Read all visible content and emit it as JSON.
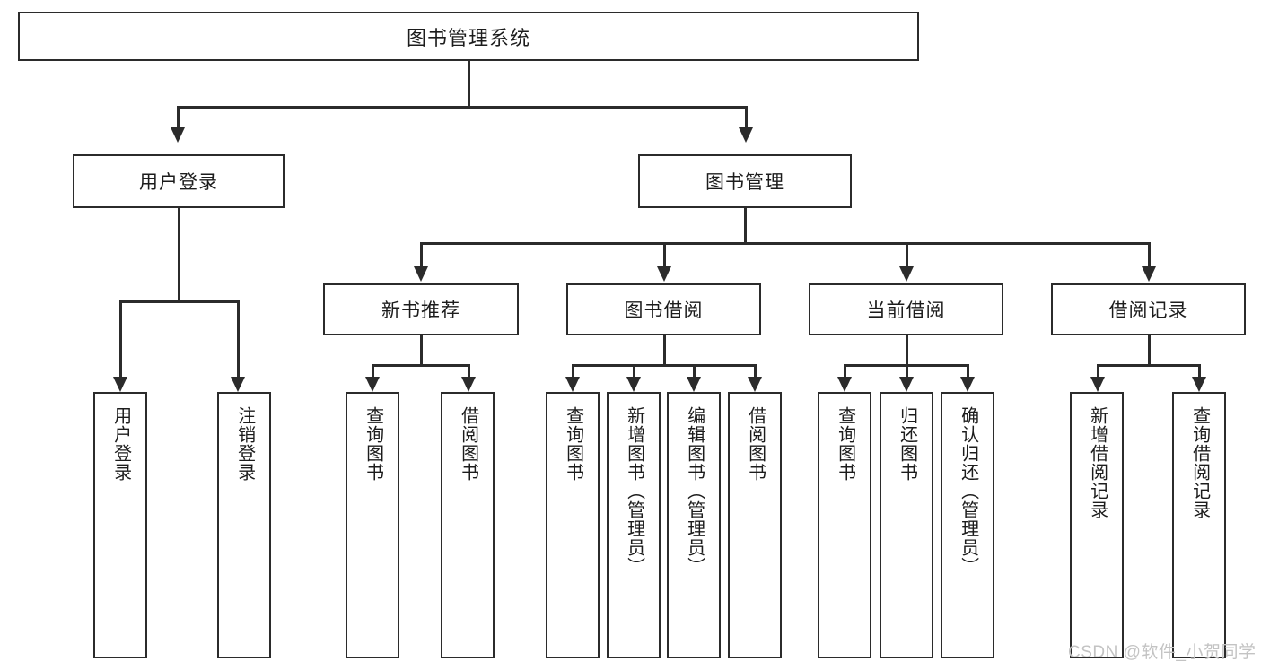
{
  "diagram": {
    "type": "hierarchy-tree",
    "title": "图书管理系统",
    "root": {
      "label": "图书管理系统"
    },
    "level1": [
      {
        "id": "user-login",
        "label": "用户登录"
      },
      {
        "id": "book-manage",
        "label": "图书管理"
      }
    ],
    "level2": [
      {
        "id": "new-book-recommend",
        "label": "新书推荐",
        "parent": "book-manage"
      },
      {
        "id": "book-borrow",
        "label": "图书借阅",
        "parent": "book-manage"
      },
      {
        "id": "current-borrow",
        "label": "当前借阅",
        "parent": "book-manage"
      },
      {
        "id": "borrow-record",
        "label": "借阅记录",
        "parent": "book-manage"
      }
    ],
    "leaves": [
      {
        "id": "leaf-user-login",
        "label": "用户登录",
        "parent": "user-login"
      },
      {
        "id": "leaf-user-logout",
        "label": "注销登录",
        "parent": "user-login"
      },
      {
        "id": "leaf-query-book-1",
        "label": "查询图书",
        "parent": "new-book-recommend"
      },
      {
        "id": "leaf-borrow-book-1",
        "label": "借阅图书",
        "parent": "new-book-recommend"
      },
      {
        "id": "leaf-query-book-2",
        "label": "查询图书",
        "parent": "book-borrow"
      },
      {
        "id": "leaf-add-book",
        "label": "新增图书（管理员）",
        "parent": "book-borrow"
      },
      {
        "id": "leaf-edit-book",
        "label": "编辑图书（管理员）",
        "parent": "book-borrow"
      },
      {
        "id": "leaf-borrow-book-2",
        "label": "借阅图书",
        "parent": "book-borrow"
      },
      {
        "id": "leaf-query-book-3",
        "label": "查询图书",
        "parent": "current-borrow"
      },
      {
        "id": "leaf-return-book",
        "label": "归还图书",
        "parent": "current-borrow"
      },
      {
        "id": "leaf-confirm-return",
        "label": "确认归还（管理员）",
        "parent": "current-borrow"
      },
      {
        "id": "leaf-add-record",
        "label": "新增借阅记录",
        "parent": "borrow-record"
      },
      {
        "id": "leaf-query-record",
        "label": "查询借阅记录",
        "parent": "borrow-record"
      }
    ]
  },
  "watermark": {
    "text": "CSDN @软件_小贺同学"
  },
  "colors": {
    "stroke": "#2b2b2b",
    "background": "#ffffff",
    "text": "#1c1c1c",
    "watermark": "#c3c3c3"
  }
}
